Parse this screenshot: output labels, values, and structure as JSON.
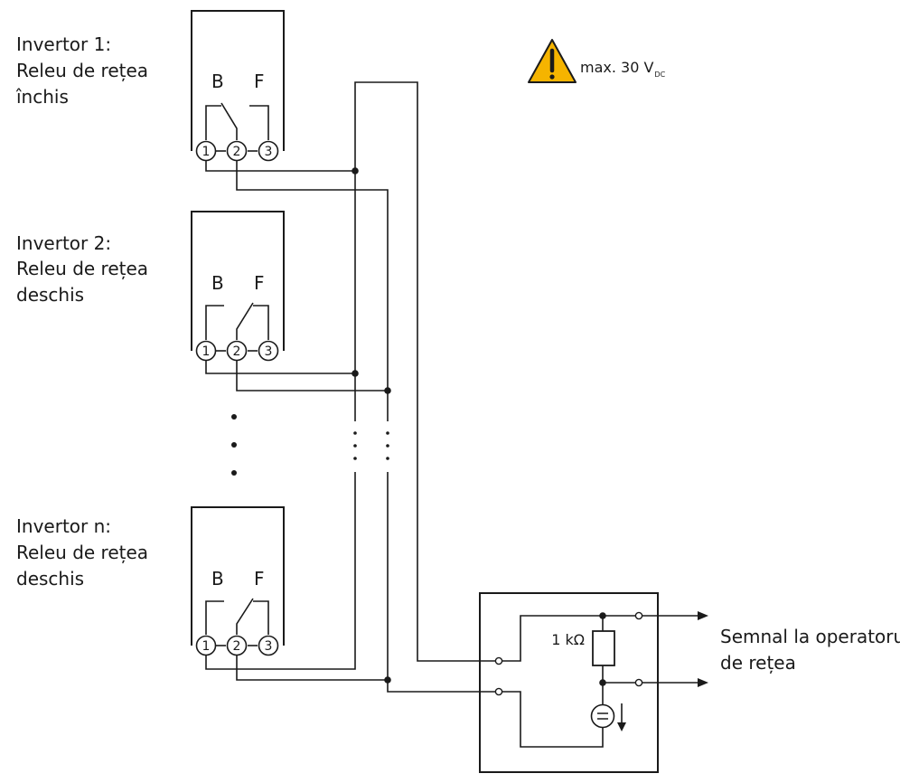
{
  "inverters": [
    {
      "title": "Invertor 1:",
      "line2": "Releu de rețea",
      "line3": "închis",
      "b": "B",
      "f": "F",
      "pins": [
        "1",
        "2",
        "3"
      ]
    },
    {
      "title": "Invertor 2:",
      "line2": "Releu de rețea",
      "line3": "deschis",
      "b": "B",
      "f": "F",
      "pins": [
        "1",
        "2",
        "3"
      ]
    },
    {
      "title": "Invertor n:",
      "line2": "Releu de rețea",
      "line3": "deschis",
      "b": "B",
      "f": "F",
      "pins": [
        "1",
        "2",
        "3"
      ]
    }
  ],
  "warning": {
    "text": "max. 30 V",
    "subscript": "DC",
    "icon": "warning-triangle-icon",
    "color": "#f5b400"
  },
  "resistor": {
    "label": "1 kΩ"
  },
  "signal": {
    "line1": "Semnal la operatorul",
    "line2": "de rețea"
  }
}
